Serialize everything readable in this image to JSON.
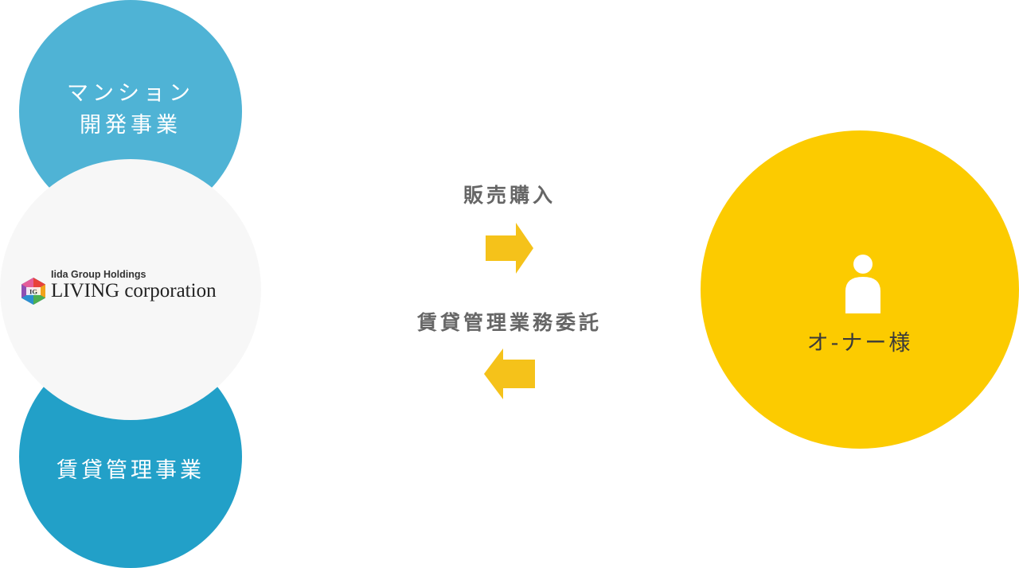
{
  "nodes": {
    "mansion": {
      "line1": "マンション",
      "line2": "開発事業",
      "color": "#4fb3d5"
    },
    "company": {
      "logo_sub": "Iida Group Holdings",
      "logo_main": "LIVING corporation",
      "color": "#f7f7f7"
    },
    "rental": {
      "label": "賃貸管理事業",
      "color": "#22a0c8"
    },
    "owner": {
      "label": "オ-ナー様",
      "icon": "person-icon",
      "color": "#fccb00"
    }
  },
  "flows": {
    "sale": {
      "label": "販売購入",
      "direction": "right"
    },
    "rental_mgmt": {
      "label": "賃貸管理業務委託",
      "direction": "left"
    }
  },
  "arrow_color": "#f5c21a"
}
